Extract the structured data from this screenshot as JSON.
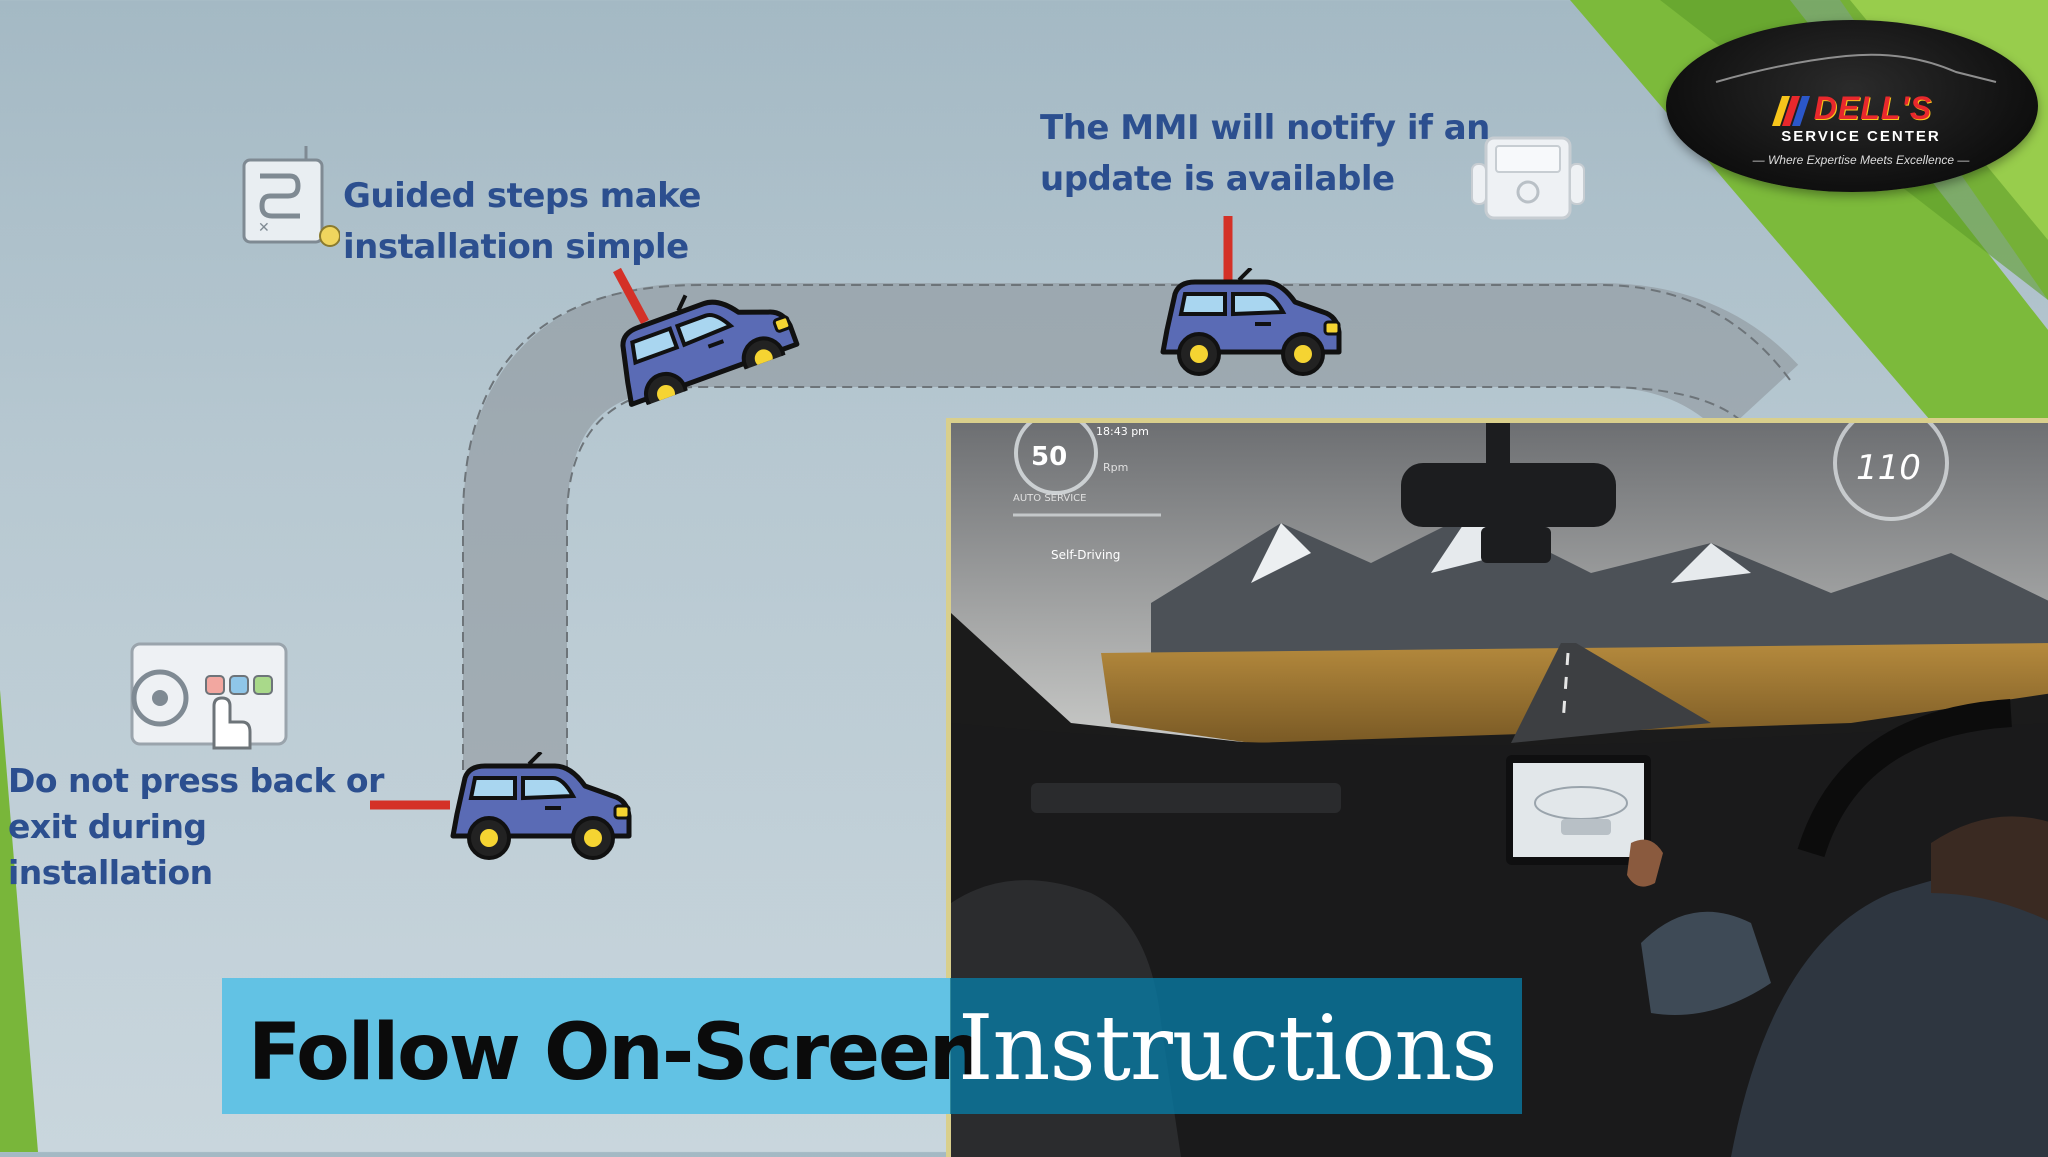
{
  "callouts": {
    "guided": "Guided steps make installation simple",
    "mmi": "The MMI will notify if an update is available",
    "no_back": "Do not press back or exit during installation"
  },
  "logo": {
    "name": "DELL'S",
    "subtitle": "SERVICE CENTER",
    "tagline": "— Where Expertise Meets Excellence —"
  },
  "photo": {
    "hud_speed": "50",
    "hud_time": "18:43 pm",
    "hud_rpm": "Rpm",
    "hud_auto": "AUTO SERVICE",
    "hud_mode": "Self-Driving",
    "hud_speed_right": "110"
  },
  "title": {
    "part1": "Follow On-Screen",
    "part2": "Instructions"
  },
  "colors": {
    "text_blue": "#2c4f8f",
    "car_body": "#5a6bb5",
    "road": "#9aa3a8",
    "marker_red": "#d43127",
    "banner_light": "#62c2e4",
    "banner_dark": "#0a78a0",
    "accent_green": "#7bb83a"
  }
}
